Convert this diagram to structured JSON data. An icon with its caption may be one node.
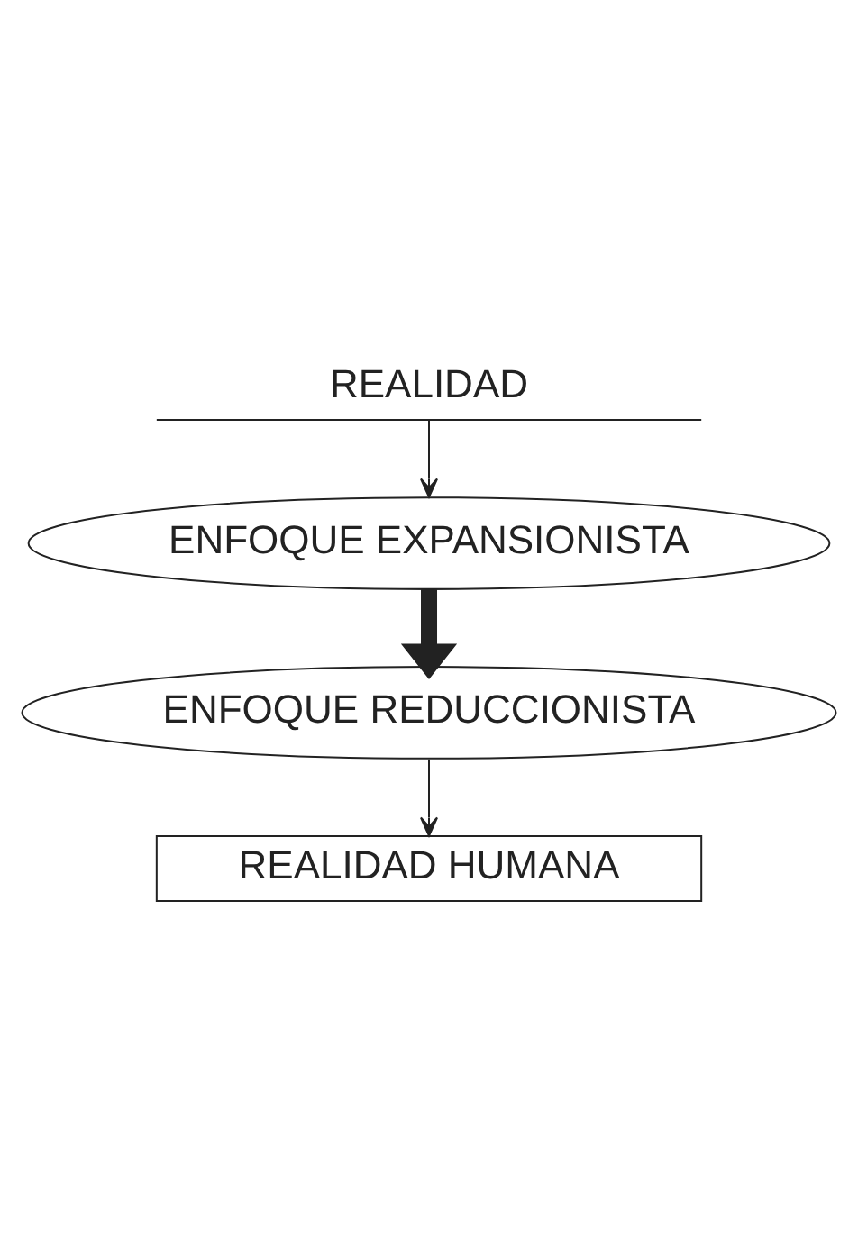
{
  "diagram": {
    "nodes": [
      {
        "text": [
          "REALIDAD"
        ]
      },
      {
        "text": [
          "ENFOQUE EXPANSIONISTA"
        ]
      },
      {
        "text": [
          "ENFOQUE REDUCCIONISTA"
        ]
      },
      {
        "text": [
          "REALIDAD HUMANA"
        ]
      }
    ],
    "edges": [
      {
        "from": 0,
        "to": 1,
        "arrow": "to"
      },
      {
        "from": 1,
        "to": 2,
        "arrow": "to",
        "style": "thick"
      },
      {
        "from": 2,
        "to": 3,
        "arrow": "to"
      }
    ]
  }
}
